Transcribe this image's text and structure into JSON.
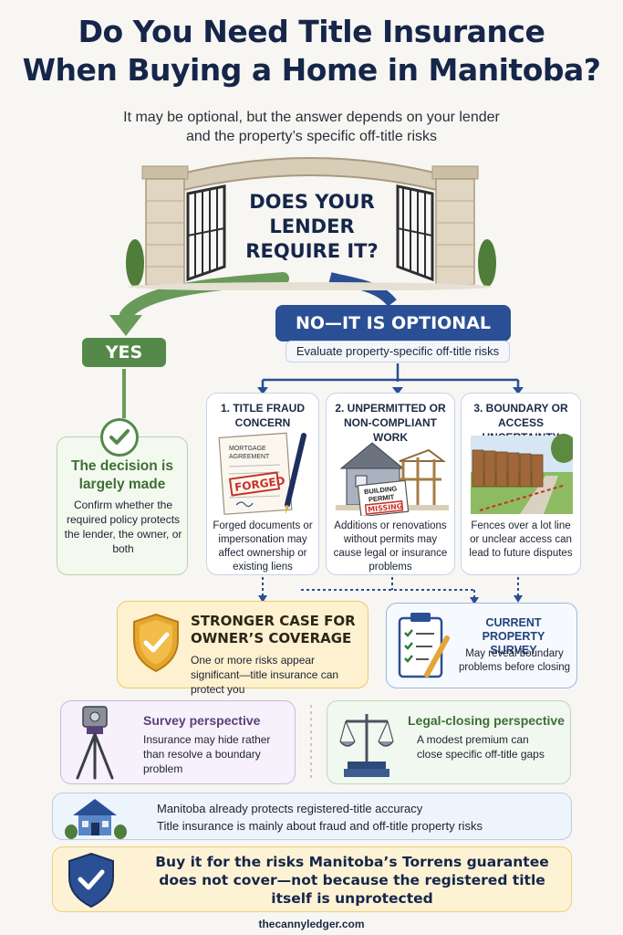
{
  "header": {
    "title_line1": "Do You Need Title Insurance",
    "title_line2": "When Buying a Home in Manitoba?",
    "subtitle_line1": "It may be optional, but the answer depends on your lender",
    "subtitle_line2": "and the property’s specific off-title risks"
  },
  "gate": {
    "question_line1": "DOES YOUR",
    "question_line2": "LENDER",
    "question_line3": "REQUIRE IT?"
  },
  "branches": {
    "yes_label": "YES",
    "no_label": "NO—IT IS OPTIONAL",
    "evaluate_label": "Evaluate property-specific off-title risks"
  },
  "decision": {
    "title_line1": "The decision is",
    "title_line2": "largely made",
    "text": "Confirm whether the required policy protects the lender, the owner, or both"
  },
  "risks": [
    {
      "title_line1": "1. TITLE FRAUD",
      "title_line2": "CONCERN",
      "doc_label_line1": "MORTGAGE",
      "doc_label_line2": "AGREEMENT",
      "stamp": "FORGED",
      "text": "Forged documents or impersonation may affect ownership or existing liens"
    },
    {
      "title_line1": "2. UNPERMITTED OR",
      "title_line2": "NON-COMPLIANT WORK",
      "sign_line1": "BUILDING",
      "sign_line2": "PERMIT",
      "sign_stamp": "MISSING",
      "text": "Additions or renovations without permits may cause legal or insurance problems"
    },
    {
      "title_line1": "3. BOUNDARY OR",
      "title_line2": "ACCESS UNCERTAINTY",
      "text": "Fences over a lot line or unclear access can lead to future disputes"
    }
  ],
  "stronger_case": {
    "title_line1": "STRONGER CASE FOR",
    "title_line2": "OWNER’S COVERAGE",
    "text": "One or more risks appear significant—title insurance can protect you"
  },
  "current_survey": {
    "title_line1": "CURRENT PROPERTY",
    "title_line2": "SURVEY",
    "text": "May reveal boundary problems before closing"
  },
  "survey_perspective": {
    "title": "Survey perspective",
    "text": "Insurance may hide rather than resolve a boundary problem"
  },
  "legal_perspective": {
    "title": "Legal-closing perspective",
    "text": "A modest premium can close specific off-title gaps"
  },
  "manitoba": {
    "line1": "Manitoba already protects registered-title accuracy",
    "line2": "Title insurance is mainly about fraud and off-title property risks"
  },
  "final": {
    "text": "Buy it for the risks Manitoba’s Torrens guarantee does not cover—not because the registered title itself is unprotected"
  },
  "footer": {
    "site": "thecannyledger.com"
  },
  "colors": {
    "navy": "#16264a",
    "blue": "#2b4f94",
    "green": "#55894a",
    "amber": "#efc867",
    "purple": "#6b3f8c"
  }
}
